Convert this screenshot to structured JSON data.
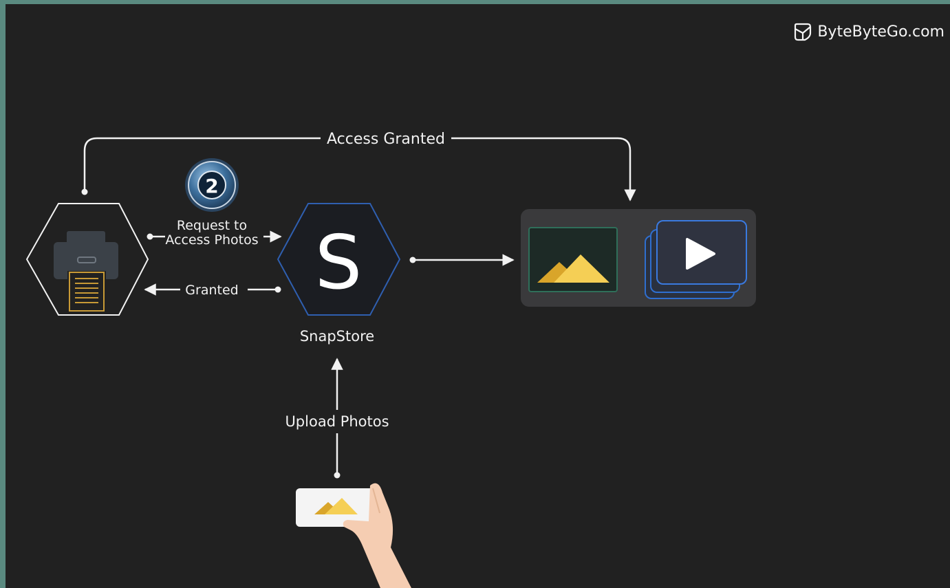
{
  "brand": {
    "name": "ByteByteGo.com",
    "icon": "bytebytego-logo-icon"
  },
  "badge": {
    "digit": "2",
    "icon": "oauth2-badge-icon"
  },
  "labels": {
    "access_granted": "Access Granted",
    "request_line1": "Request to",
    "request_line2": "Access Photos",
    "granted": "Granted",
    "snapstore": "SnapStore",
    "upload_photos": "Upload Photos",
    "snapstore_letter": "S"
  },
  "nodes": {
    "printer": {
      "icon": "printer-icon"
    },
    "snapstore": {
      "icon": "snapstore-logo-icon"
    },
    "media_panel": {
      "icons": [
        "photo-icon",
        "video-stack-icon"
      ]
    },
    "phone": {
      "icon": "hand-holding-phone-icon"
    }
  },
  "colors": {
    "background": "#212121",
    "hex_border_blue": "#2f5fb0",
    "photo_yellow": "#f0c23a",
    "panel": "#3a3a3c",
    "video_blue": "#2f6fd0",
    "photo_frame_green": "#2f6f5a"
  }
}
